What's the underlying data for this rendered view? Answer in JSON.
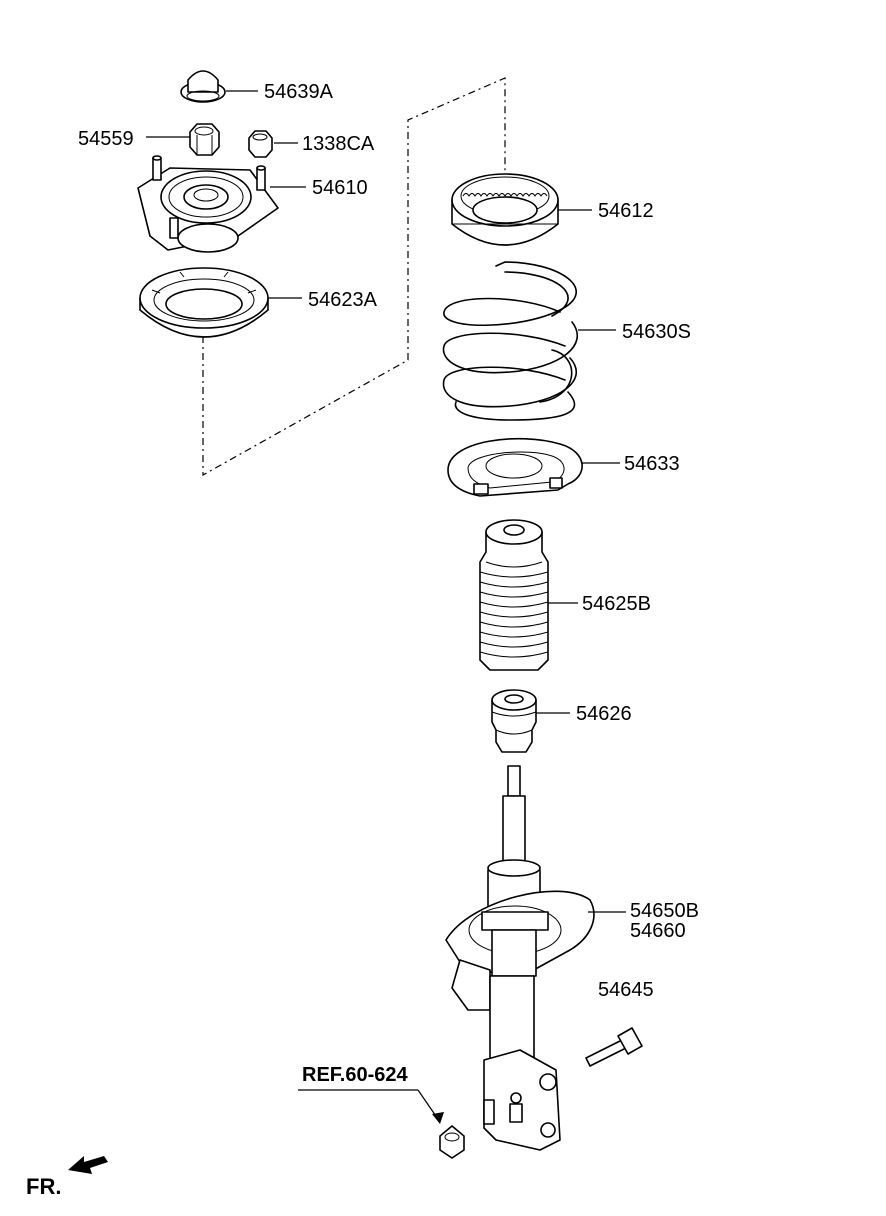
{
  "parts": [
    {
      "id": "p54639A",
      "number": "54639A"
    },
    {
      "id": "p54559",
      "number": "54559"
    },
    {
      "id": "p1338CA",
      "number": "1338CA"
    },
    {
      "id": "p54610",
      "number": "54610"
    },
    {
      "id": "p54623A",
      "number": "54623A"
    },
    {
      "id": "p54612",
      "number": "54612"
    },
    {
      "id": "p54630S",
      "number": "54630S"
    },
    {
      "id": "p54633",
      "number": "54633"
    },
    {
      "id": "p54625B",
      "number": "54625B"
    },
    {
      "id": "p54626",
      "number": "54626"
    },
    {
      "id": "p54650B",
      "number": "54650B"
    },
    {
      "id": "p54660",
      "number": "54660"
    },
    {
      "id": "p54645",
      "number": "54645"
    }
  ],
  "reference": {
    "label": "REF.60-624"
  },
  "direction": {
    "label": "FR.",
    "icon": "arrow-icon"
  }
}
